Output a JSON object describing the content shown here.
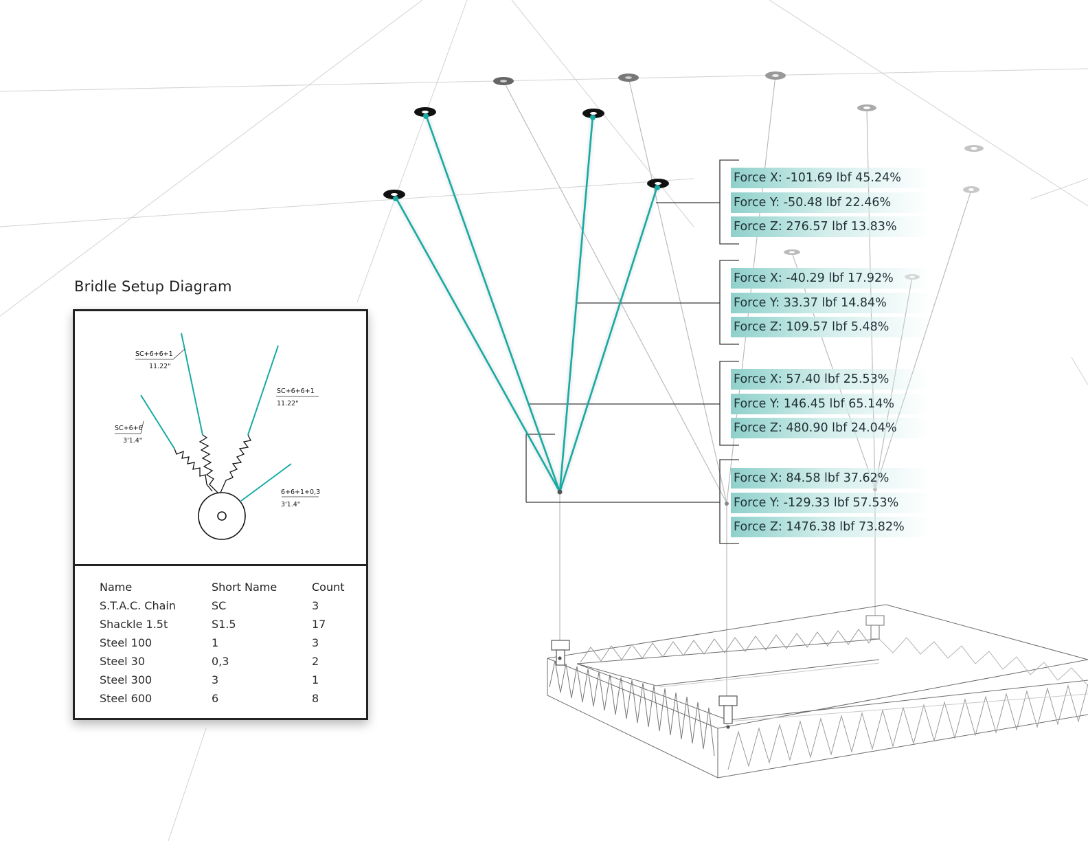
{
  "diagram": {
    "title": "Bridle Setup Diagram",
    "accent_color": "#17aaa3",
    "bridle_labels": [
      {
        "name": "SC+6+6+1",
        "length": "11.22\""
      },
      {
        "name": "SC+6+6+1",
        "length": "11.22\""
      },
      {
        "name": "SC+6+6",
        "length": "3'1.4\""
      },
      {
        "name": "6+6+1+0,3",
        "length": "3'1.4\""
      }
    ]
  },
  "table": {
    "headers": [
      "Name",
      "Short Name",
      "Count"
    ],
    "rows": [
      [
        "S.T.A.C. Chain",
        "SC",
        "3"
      ],
      [
        "Shackle 1.5t",
        "S1.5",
        "17"
      ],
      [
        "Steel 100",
        "1",
        "3"
      ],
      [
        "Steel 30",
        "0,3",
        "2"
      ],
      [
        "Steel 300",
        "3",
        "1"
      ],
      [
        "Steel 600",
        "6",
        "8"
      ]
    ]
  },
  "forces": [
    [
      "Force X: -101.69 lbf 45.24%",
      "Force Y: -50.48 lbf 22.46%",
      "Force Z: 276.57 lbf 13.83%"
    ],
    [
      "Force X: -40.29 lbf 17.92%",
      "Force Y: 33.37 lbf 14.84%",
      "Force Z: 109.57 lbf 5.48%"
    ],
    [
      "Force X: 57.40 lbf 25.53%",
      "Force Y: 146.45 lbf 65.14%",
      "Force Z: 480.90 lbf 24.04%"
    ],
    [
      "Force X: 84.58 lbf 37.62%",
      "Force Y: -129.33 lbf 57.53%",
      "Force Z: 1476.38 lbf 73.82%"
    ]
  ]
}
